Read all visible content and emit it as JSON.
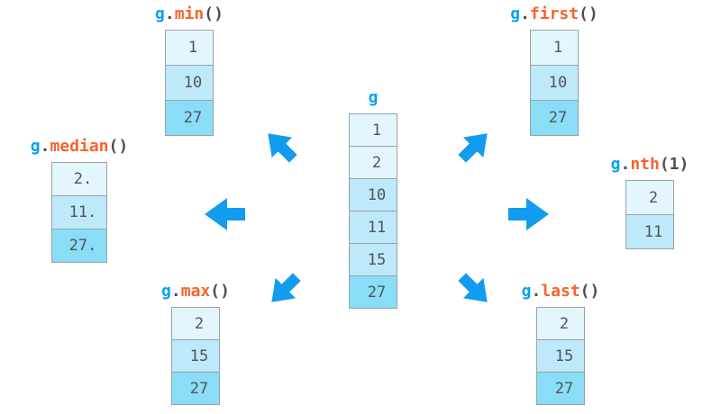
{
  "colors": {
    "arrow": "#119CEF",
    "object_text": "#03A2F4",
    "method_text": "#F8632B",
    "punct_text": "#4D4D4D",
    "cell_text": "#4F5458",
    "cell_border": "#97A1A7",
    "group1_fill": "#E4F6FD",
    "group2_fill": "#BEE9FA",
    "group3_fill": "#8ADDF7",
    "bg": "#FFFFFF"
  },
  "center": {
    "title": "g",
    "cells": [
      "1",
      "2",
      "10",
      "11",
      "15",
      "27"
    ]
  },
  "ops": {
    "min": {
      "obj": "g",
      "dot": ".",
      "fn": "min",
      "args": "()",
      "cells": [
        "1",
        "10",
        "27"
      ]
    },
    "first": {
      "obj": "g",
      "dot": ".",
      "fn": "first",
      "args": "()",
      "cells": [
        "1",
        "10",
        "27"
      ]
    },
    "median": {
      "obj": "g",
      "dot": ".",
      "fn": "median",
      "args": "()",
      "cells": [
        "2.",
        "11.",
        "27."
      ]
    },
    "nth": {
      "obj": "g",
      "dot": ".",
      "fn": "nth",
      "args": "(1)",
      "cells": [
        "2",
        "11"
      ]
    },
    "max": {
      "obj": "g",
      "dot": ".",
      "fn": "max",
      "args": "()",
      "cells": [
        "2",
        "15",
        "27"
      ]
    },
    "last": {
      "obj": "g",
      "dot": ".",
      "fn": "last",
      "args": "()",
      "cells": [
        "2",
        "15",
        "27"
      ]
    }
  },
  "arrows": [
    {
      "name": "arrow-to-min-icon",
      "direction": "up-left"
    },
    {
      "name": "arrow-to-first-icon",
      "direction": "up-right"
    },
    {
      "name": "arrow-to-median-icon",
      "direction": "left"
    },
    {
      "name": "arrow-to-nth-icon",
      "direction": "right"
    },
    {
      "name": "arrow-to-max-icon",
      "direction": "down-left"
    },
    {
      "name": "arrow-to-last-icon",
      "direction": "down-right"
    }
  ]
}
